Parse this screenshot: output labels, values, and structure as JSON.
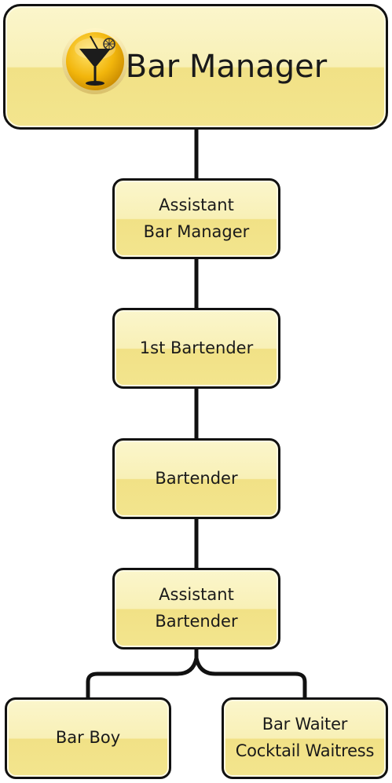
{
  "nodes": {
    "bar_manager": "Bar Manager",
    "assistant_bar_manager": "Assistant\nBar Manager",
    "first_bartender": "1st Bartender",
    "bartender": "Bartender",
    "assistant_bartender": "Assistant\nBartender",
    "bar_boy": "Bar Boy",
    "bar_waiter": "Bar Waiter\nCocktail Waitress"
  },
  "colors": {
    "box_fill_top": "#fbf6cc",
    "box_fill_bottom": "#f1e186",
    "border": "#111111",
    "connector": "#111111",
    "logo_gold": "#f2b60c"
  },
  "icons": {
    "logo": "cocktail-glass-icon"
  }
}
